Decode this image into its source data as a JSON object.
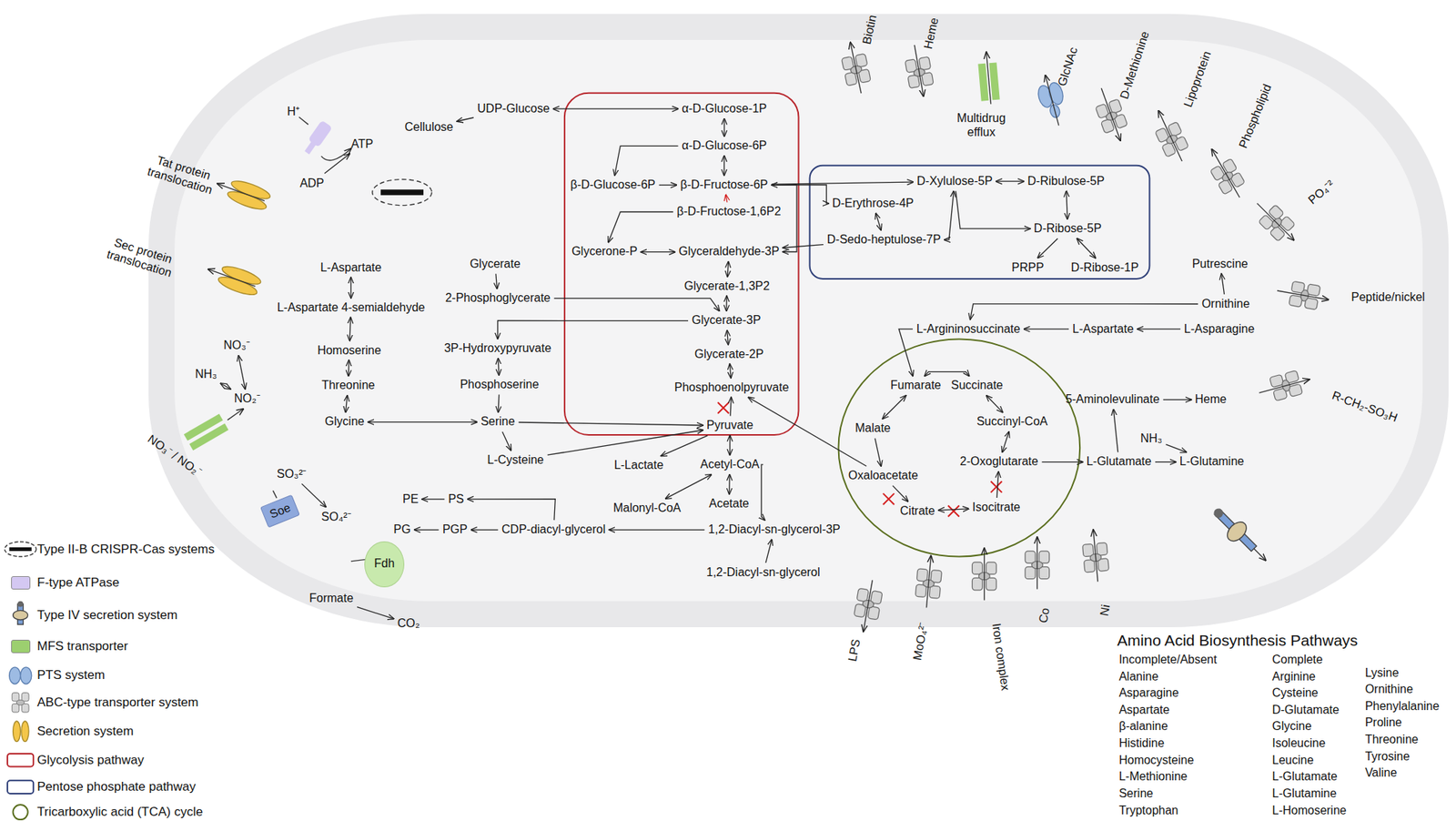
{
  "diagram": {
    "nodes": [
      {
        "text": [
          "UDP-Glucose"
        ]
      },
      {
        "text": [
          "Cellulose"
        ]
      },
      {
        "text": [
          "α-D-Glucose-1P"
        ]
      },
      {
        "text": [
          "α-D-Glucose-6P"
        ]
      },
      {
        "text": [
          "β-D-Glucose-6P"
        ]
      },
      {
        "text": [
          "β-D-Fructose-6P"
        ]
      },
      {
        "text": [
          "β-D-Fructose-1,6P2"
        ]
      },
      {
        "text": [
          "Glycerone-P"
        ]
      },
      {
        "text": [
          "Glyceraldehyde-3P"
        ]
      },
      {
        "text": [
          "Glycerate-1,3P2"
        ]
      },
      {
        "text": [
          "Glycerate-3P"
        ]
      },
      {
        "text": [
          "Glycerate-2P"
        ]
      },
      {
        "text": [
          "Phosphoenolpyruvate"
        ]
      },
      {
        "text": [
          "Pyruvate"
        ]
      },
      {
        "text": [
          "L-Lactate"
        ]
      },
      {
        "text": [
          "Acetyl-CoA"
        ]
      },
      {
        "text": [
          "Malonyl-CoA"
        ]
      },
      {
        "text": [
          "Acetate"
        ]
      },
      {
        "text": [
          "1,2-Diacyl-sn-glycerol-3P"
        ]
      },
      {
        "text": [
          "1,2-Diacyl-sn-glycerol"
        ]
      },
      {
        "text": [
          "CDP-diacyl-glycerol"
        ]
      },
      {
        "text": [
          "PGP"
        ]
      },
      {
        "text": [
          "PG"
        ]
      },
      {
        "text": [
          "PS"
        ]
      },
      {
        "text": [
          "PE"
        ]
      },
      {
        "text": [
          "D-Erythrose-4P"
        ]
      },
      {
        "text": [
          "D-Sedo-heptulose-7P"
        ]
      },
      {
        "text": [
          "D-Xylulose-5P"
        ]
      },
      {
        "text": [
          "D-Ribulose-5P"
        ]
      },
      {
        "text": [
          "D-Ribose-5P"
        ]
      },
      {
        "text": [
          "PRPP"
        ]
      },
      {
        "text": [
          "D-Ribose-1P"
        ]
      },
      {
        "text": [
          "L-Aspartate"
        ]
      },
      {
        "text": [
          "L-Aspartate 4-semialdehyde"
        ]
      },
      {
        "text": [
          "Homoserine"
        ]
      },
      {
        "text": [
          "Threonine"
        ]
      },
      {
        "text": [
          "Glycine"
        ]
      },
      {
        "text": [
          "Glycerate"
        ]
      },
      {
        "text": [
          "2-Phosphoglycerate"
        ]
      },
      {
        "text": [
          "3P-Hydroxypyruvate"
        ]
      },
      {
        "text": [
          "Phosphoserine"
        ]
      },
      {
        "text": [
          "Serine"
        ]
      },
      {
        "text": [
          "L-Cysteine"
        ]
      },
      {
        "text": [
          "Fumarate"
        ]
      },
      {
        "text": [
          "Succinate"
        ]
      },
      {
        "text": [
          "Malate"
        ]
      },
      {
        "text": [
          "Succinyl-CoA"
        ]
      },
      {
        "text": [
          "Oxaloacetate"
        ]
      },
      {
        "text": [
          "2-Oxoglutarate"
        ]
      },
      {
        "text": [
          "Citrate"
        ]
      },
      {
        "text": [
          "Isocitrate"
        ]
      },
      {
        "text": [
          "L-Glutamate"
        ]
      },
      {
        "text": [
          "L-Glutamine"
        ]
      },
      {
        "text": [
          "NH₃"
        ]
      },
      {
        "text": [
          "5-Aminolevulinate"
        ]
      },
      {
        "text": [
          "Heme"
        ]
      },
      {
        "text": [
          "Putrescine"
        ]
      },
      {
        "text": [
          "Ornithine"
        ]
      },
      {
        "text": [
          "L-Argininosuccinate"
        ]
      },
      {
        "text": [
          "L-Aspartate"
        ]
      },
      {
        "text": [
          "L-Asparagine"
        ]
      },
      {
        "text": [
          "Fdh"
        ]
      },
      {
        "text": [
          "Formate"
        ]
      },
      {
        "text": [
          "CO₂"
        ]
      },
      {
        "text": [
          "Soe"
        ]
      },
      {
        "text": [
          "SO₃²⁻"
        ]
      },
      {
        "text": [
          "SO₄²⁻"
        ]
      },
      {
        "text": [
          "NO₃⁻"
        ]
      },
      {
        "text": [
          "NH₃"
        ]
      },
      {
        "text": [
          "NO₂⁻"
        ]
      },
      {
        "text": [
          "NO₃⁻ / NO₂⁻"
        ]
      },
      {
        "text": [
          "ADP"
        ]
      },
      {
        "text": [
          "ATP"
        ]
      },
      {
        "text": [
          "H⁺"
        ]
      }
    ],
    "edges": [
      {
        "from": 0,
        "to": 2,
        "arrow": "both"
      },
      {
        "from": 0,
        "to": 1,
        "arrow": "to"
      },
      {
        "from": 2,
        "to": 3,
        "arrow": "both"
      },
      {
        "from": 3,
        "to": 4,
        "arrow": "to"
      },
      {
        "from": 4,
        "to": 5,
        "arrow": "to"
      },
      {
        "from": 3,
        "to": 5,
        "arrow": "both"
      },
      {
        "from": 6,
        "to": 5,
        "arrow": "to"
      },
      {
        "from": 5,
        "to": 8,
        "arrow": "both"
      },
      {
        "from": 6,
        "to": 7,
        "arrow": "to"
      },
      {
        "from": 7,
        "to": 8,
        "arrow": "both"
      },
      {
        "from": 8,
        "to": 9,
        "arrow": "both"
      },
      {
        "from": 9,
        "to": 10,
        "arrow": "both"
      },
      {
        "from": 10,
        "to": 11,
        "arrow": "both"
      },
      {
        "from": 11,
        "to": 12,
        "arrow": "both"
      },
      {
        "from": 13,
        "to": 12,
        "arrow": "to"
      },
      {
        "from": 13,
        "to": 15,
        "arrow": "both"
      },
      {
        "from": 13,
        "to": 14,
        "arrow": "to"
      },
      {
        "from": 15,
        "to": 17,
        "arrow": "both"
      },
      {
        "from": 15,
        "to": 16,
        "arrow": "both"
      },
      {
        "from": 15,
        "to": 18,
        "arrow": "to"
      },
      {
        "from": 19,
        "to": 18,
        "arrow": "to"
      },
      {
        "from": 18,
        "to": 20,
        "arrow": "to"
      },
      {
        "from": 20,
        "to": 21,
        "arrow": "to"
      },
      {
        "from": 21,
        "to": 22,
        "arrow": "to"
      },
      {
        "from": 20,
        "to": 23,
        "arrow": "to"
      },
      {
        "from": 23,
        "to": 24,
        "arrow": "to"
      },
      {
        "from": 5,
        "to": 27,
        "arrow": "to"
      },
      {
        "from": 5,
        "to": 25,
        "arrow": "to"
      },
      {
        "from": 25,
        "to": 26,
        "arrow": "both"
      },
      {
        "from": 27,
        "to": 28,
        "arrow": "both"
      },
      {
        "from": 28,
        "to": 29,
        "arrow": "both"
      },
      {
        "from": 26,
        "to": 27,
        "arrow": "both"
      },
      {
        "from": 27,
        "to": 29,
        "arrow": "to"
      },
      {
        "from": 26,
        "to": 8,
        "arrow": "to"
      },
      {
        "from": 29,
        "to": 30,
        "arrow": "to"
      },
      {
        "from": 29,
        "to": 31,
        "arrow": "both"
      },
      {
        "from": 32,
        "to": 33,
        "arrow": "both"
      },
      {
        "from": 33,
        "to": 34,
        "arrow": "both"
      },
      {
        "from": 34,
        "to": 35,
        "arrow": "both"
      },
      {
        "from": 35,
        "to": 36,
        "arrow": "both"
      },
      {
        "from": 36,
        "to": 41,
        "arrow": "both"
      },
      {
        "from": 37,
        "to": 38,
        "arrow": "to"
      },
      {
        "from": 38,
        "to": 10,
        "arrow": "to"
      },
      {
        "from": 10,
        "to": 39,
        "arrow": "to"
      },
      {
        "from": 39,
        "to": 40,
        "arrow": "both"
      },
      {
        "from": 40,
        "to": 41,
        "arrow": "to"
      },
      {
        "from": 41,
        "to": 13,
        "arrow": "to"
      },
      {
        "from": 41,
        "to": 42,
        "arrow": "to"
      },
      {
        "from": 42,
        "to": 13,
        "arrow": "to"
      },
      {
        "from": 43,
        "to": 44,
        "arrow": "both"
      },
      {
        "from": 43,
        "to": 45,
        "arrow": "both"
      },
      {
        "from": 45,
        "to": 47,
        "arrow": "to"
      },
      {
        "from": 47,
        "to": 49,
        "arrow": "to"
      },
      {
        "from": 49,
        "to": 50,
        "arrow": "both"
      },
      {
        "from": 50,
        "to": 48,
        "arrow": "to"
      },
      {
        "from": 48,
        "to": 46,
        "arrow": "both"
      },
      {
        "from": 46,
        "to": 44,
        "arrow": "both"
      },
      {
        "from": 47,
        "to": 12,
        "arrow": "to"
      },
      {
        "from": 48,
        "to": 51,
        "arrow": "to"
      },
      {
        "from": 51,
        "to": 52,
        "arrow": "to"
      },
      {
        "from": 53,
        "to": 52,
        "arrow": "to"
      },
      {
        "from": 51,
        "to": 54,
        "arrow": "to"
      },
      {
        "from": 54,
        "to": 55,
        "arrow": "to"
      },
      {
        "from": 57,
        "to": 56,
        "arrow": "to"
      },
      {
        "from": 57,
        "to": 58,
        "arrow": "to"
      },
      {
        "from": 60,
        "to": 59,
        "arrow": "to"
      },
      {
        "from": 59,
        "to": 58,
        "arrow": "to"
      },
      {
        "from": 58,
        "to": 43,
        "arrow": "to"
      },
      {
        "from": 67,
        "to": 69,
        "arrow": "both"
      },
      {
        "from": 68,
        "to": 69,
        "arrow": "both"
      },
      {
        "from": 62,
        "to": 63,
        "arrow": "to"
      },
      {
        "from": 65,
        "to": 66,
        "arrow": "to"
      },
      {
        "from": 71,
        "to": 72,
        "arrow": "to"
      }
    ],
    "labels": [
      "Tat protein translocation",
      "Sec protein translocation",
      "Biotin",
      "Heme",
      "Multidrug efflux",
      "GlcNAc",
      "D-Methionine",
      "Lipoprotein",
      "Phospholipid",
      "PO₄⁻²",
      "Peptide/nickel",
      "R-CH₂-SO₃H",
      "LPS",
      "MoO₄²⁻",
      "Iron complex",
      "Co",
      "Ni",
      "Amino Acid Biosynthesis Pathways",
      "Incomplete/Absent",
      "Alanine",
      "Asparagine",
      "Aspartate",
      "β-alanine",
      "Histidine",
      "Homocysteine",
      "L-Methionine",
      "Serine",
      "Tryptophan",
      "Complete",
      "Arginine",
      "Cysteine",
      "D-Glutamate",
      "Glycine",
      "Isoleucine",
      "Leucine",
      "L-Glutamate",
      "L-Glutamine",
      "L-Homoserine",
      "Lysine",
      "Ornithine",
      "Phenylalanine",
      "Proline",
      "Threonine",
      "Tyrosine",
      "Valine"
    ],
    "legend": [
      {
        "text": "Type II-B CRISPR-Cas systems"
      },
      {
        "text": "F-type ATPase",
        "color": "#d4c8f2"
      },
      {
        "text": "Type IV secretion system"
      },
      {
        "text": "MFS transporter",
        "color": "#9ccf6f"
      },
      {
        "text": "PTS system"
      },
      {
        "text": "ABC-type transporter system"
      },
      {
        "text": "Secretion system"
      },
      {
        "text": "Glycolysis pathway"
      },
      {
        "text": "Pentose phosphate pathway"
      },
      {
        "text": "Tricarboxylic acid (TCA) cycle"
      }
    ]
  }
}
